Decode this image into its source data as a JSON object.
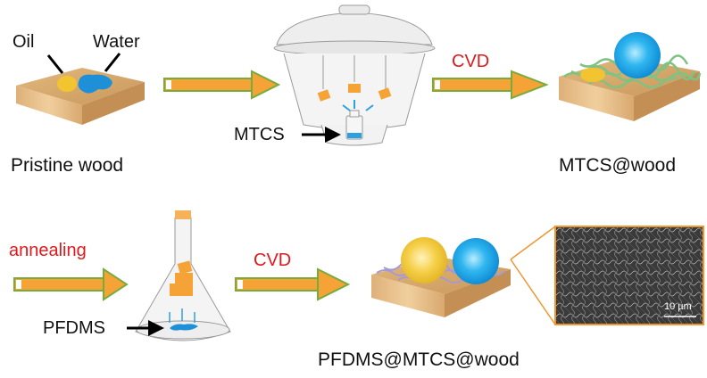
{
  "labels": {
    "oil": "Oil",
    "water": "Water",
    "pristine_wood": "Pristine wood",
    "mtcs": "MTCS",
    "cvd_1": "CVD",
    "mtcs_wood": "MTCS@wood",
    "annealing": "annealing",
    "pfdms": "PFDMS",
    "cvd_2": "CVD",
    "pfdms_mtcs_wood": "PFDMS@MTCS@wood",
    "scale_bar": "10 µm"
  },
  "colors": {
    "arrow_fill": "#f5a236",
    "arrow_outline": "#76ac3c",
    "process_text": "#e0191c",
    "water_blue": "#1e90d8",
    "oil_yellow": "#f2c530",
    "wood": "#d6a96c",
    "mtcs_fiber": "#7fc283",
    "pfdms_fiber": "#a59ad2",
    "sem_border": "#f0962e"
  }
}
